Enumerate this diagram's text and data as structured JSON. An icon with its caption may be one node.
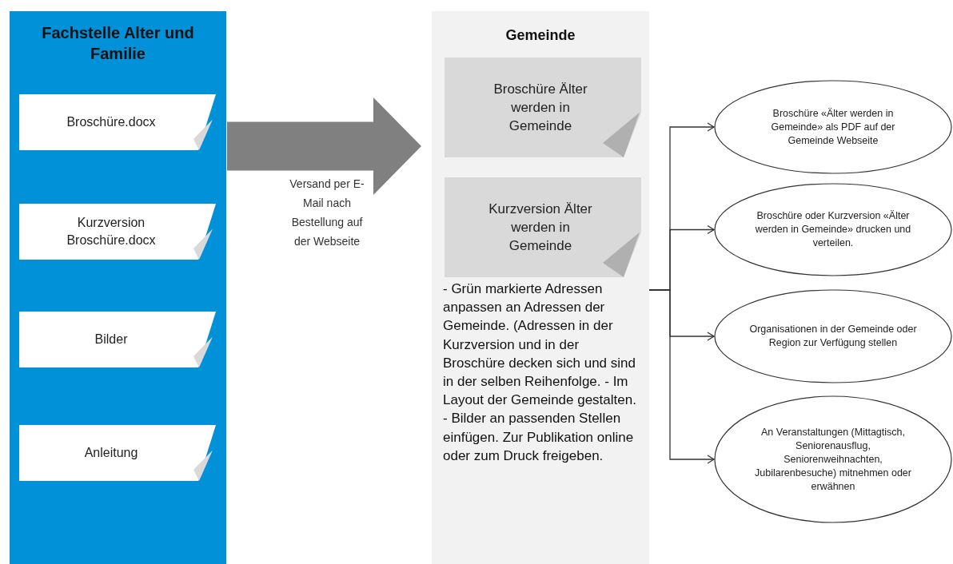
{
  "diagram": {
    "nodes": [
      {
        "text": [
          "Fachstelle Alter und Familie"
        ]
      },
      {
        "text": [
          "Broschüre.docx"
        ],
        "in": 0
      },
      {
        "text": [
          "Kurzversion Broschüre.docx"
        ],
        "in": 0
      },
      {
        "text": [
          "Bilder"
        ],
        "in": 0
      },
      {
        "text": [
          "Anleitung"
        ],
        "in": 0
      },
      {
        "text": [
          "Gemeinde",
          "- Grün markierte Adressen anpassen an Adressen der Gemeinde. (Adressen in der Kurzversion und in der Broschüre decken sich und sind in der selben Reihenfolge. - Im Layout der Gemeinde gestalten. - Bilder an passenden Stellen einfügen. Zur Publikation online oder zum Druck freigeben."
        ]
      },
      {
        "text": [
          "Broschüre Älter werden in Gemeinde"
        ],
        "in": 5
      },
      {
        "text": [
          "Kurzversion Älter werden in Gemeinde"
        ],
        "in": 5
      },
      {
        "text": [
          "Broschüre «Älter werden in Gemeinde» als PDF auf der Gemeinde Webseite"
        ]
      },
      {
        "text": [
          "Broschüre oder Kurzversion «Älter werden in Gemeinde» drucken und verteilen."
        ]
      },
      {
        "text": [
          "Organisationen in der Gemeinde oder Region zur Verfügung stellen"
        ]
      },
      {
        "text": [
          "An Veranstaltungen (Mittagtisch, Seniorenausflug, Seniorenweihnachten, Jubilarenbesuche) mitnehmen oder erwähnen"
        ]
      }
    ],
    "edges": [
      {
        "from": 0,
        "to": 5,
        "arrow": "to",
        "label": "Versand per E-Mail nach Bestellung auf der Webseite",
        "style": "thick",
        "color": "#808080"
      },
      {
        "from": 5,
        "to": 8,
        "arrow": "to"
      },
      {
        "from": 5,
        "to": 9,
        "arrow": "to"
      },
      {
        "from": 5,
        "to": 10,
        "arrow": "to"
      },
      {
        "from": 5,
        "to": 11,
        "arrow": "to"
      }
    ]
  }
}
